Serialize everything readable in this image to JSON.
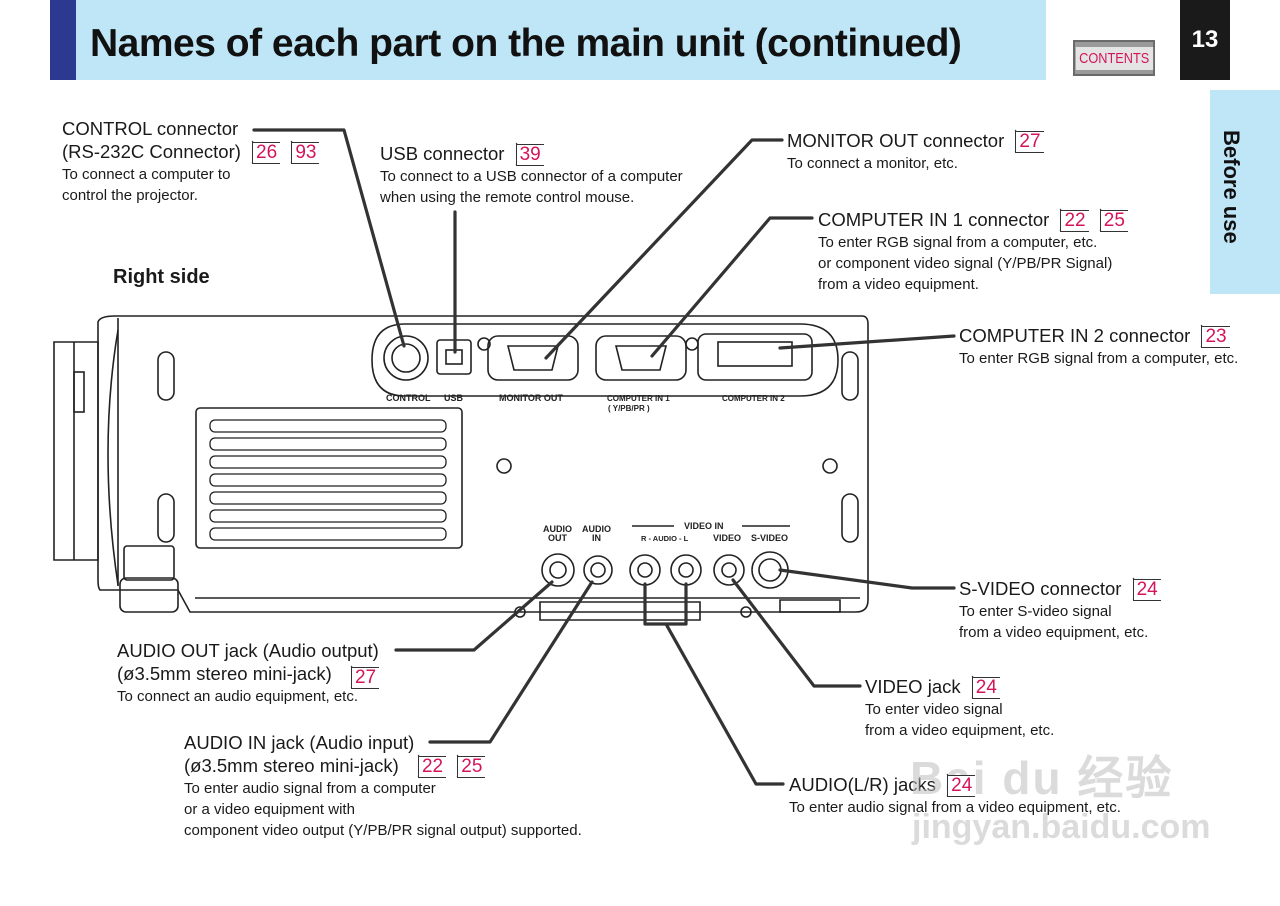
{
  "header": {
    "title": "Names of each part on the main unit (continued)",
    "contents_label": "CONTENTS",
    "page_number": "13",
    "side_tab": "Before use"
  },
  "view_label": "Right side",
  "callouts": {
    "control": {
      "title_line1": "CONTROL connector",
      "title_line2": "(RS-232C Connector)",
      "refs": [
        "26",
        "93"
      ],
      "desc": [
        "To connect a computer to",
        "control the projector."
      ]
    },
    "usb": {
      "title": "USB connector",
      "refs": [
        "39"
      ],
      "desc": [
        "To connect to a USB connector of a computer",
        "when using the remote control mouse."
      ]
    },
    "monitor_out": {
      "title": "MONITOR OUT connector",
      "refs": [
        "27"
      ],
      "desc": [
        "To connect a monitor, etc."
      ]
    },
    "computer_in1": {
      "title": "COMPUTER IN 1 connector",
      "refs": [
        "22",
        "25"
      ],
      "desc": [
        "To enter RGB signal from a computer, etc.",
        "or component video signal (Y/PB/PR Signal)",
        "from a video equipment."
      ]
    },
    "computer_in2": {
      "title": "COMPUTER IN 2 connector",
      "refs": [
        "23"
      ],
      "desc": [
        "To enter RGB signal from a computer, etc."
      ]
    },
    "s_video": {
      "title": "S-VIDEO connector",
      "refs": [
        "24"
      ],
      "desc": [
        "To enter S-video signal",
        "from a video equipment, etc."
      ]
    },
    "video": {
      "title": "VIDEO jack",
      "refs": [
        "24"
      ],
      "desc": [
        "To enter video signal",
        "from a video equipment, etc."
      ]
    },
    "audio_lr": {
      "title": "AUDIO(L/R) jacks",
      "refs": [
        "24"
      ],
      "desc": [
        "To enter audio signal from a video equipment, etc."
      ]
    },
    "audio_out": {
      "title_line1": "AUDIO OUT jack (Audio output)",
      "title_line2": "(ø3.5mm stereo mini-jack)",
      "refs": [
        "27"
      ],
      "desc": [
        "To connect an audio equipment, etc."
      ]
    },
    "audio_in": {
      "title_line1": "AUDIO IN jack (Audio input)",
      "title_line2": "(ø3.5mm stereo mini-jack)",
      "refs": [
        "22",
        "25"
      ],
      "desc": [
        "To enter audio signal from a computer",
        "or a video equipment with",
        "component video output (Y/PB/PR signal output) supported."
      ]
    }
  },
  "panel_labels": {
    "control": "CONTROL",
    "usb": "USB",
    "monitor_out": "MONITOR OUT",
    "computer_in1": "COMPUTER IN 1",
    "computer_in1_sub": "( Y/PB/PR )",
    "computer_in2": "COMPUTER IN 2",
    "audio_out_1": "AUDIO",
    "audio_out_2": "OUT",
    "audio_in_1": "AUDIO",
    "audio_in_2": "IN",
    "video_in": "VIDEO IN",
    "r_audio_l": "R - AUDIO - L",
    "video": "VIDEO",
    "s_video": "S-VIDEO"
  },
  "watermark": {
    "brand": "Bai du 经验",
    "url": "jingyan.baidu.com"
  },
  "colors": {
    "header_band": "#bfe6f7",
    "header_accent": "#2b3990",
    "ref_number": "#d4145a"
  }
}
